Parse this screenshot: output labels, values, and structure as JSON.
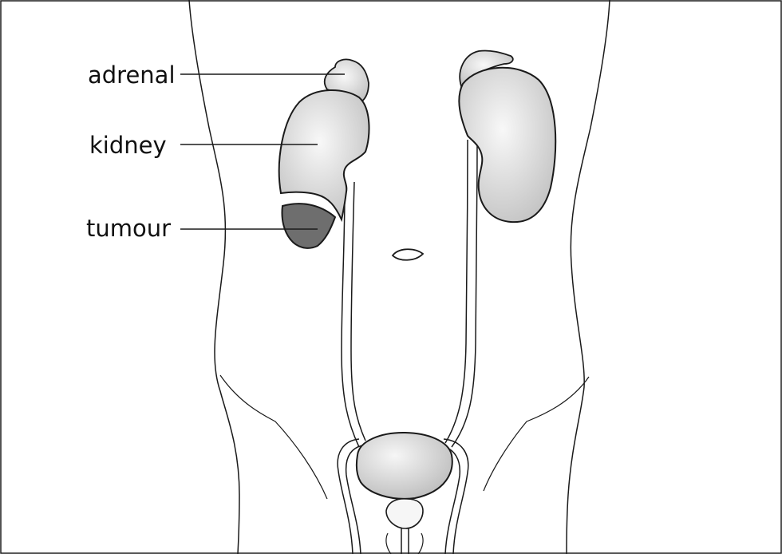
{
  "labels": {
    "adrenal": "adrenal",
    "kidney": "kidney",
    "tumour": "tumour"
  },
  "colors": {
    "outline": "#1a1a1a",
    "organ_fill_light": "#f4f4f4",
    "organ_fill_dark": "#c8c8c8",
    "tumour_fill": "#6e6e6e",
    "background": "#ffffff"
  }
}
